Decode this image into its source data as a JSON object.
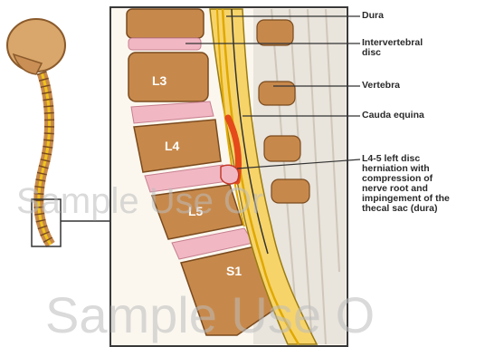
{
  "labels": {
    "dura": "Dura",
    "disc": "Intervertebral\ndisc",
    "vertebra": "Vertebra",
    "cauda": "Cauda equina",
    "herniation": "L4-5 left disc\nherniation with\ncompression  of\nnerve root and\nimpingement of the\nthecal sac (dura)"
  },
  "vertebrae": {
    "l3": "L3",
    "l4": "L4",
    "l5": "L5",
    "s1": "S1"
  },
  "watermarks": {
    "middle": "Sample Use Or",
    "bottom": "Sample Use O"
  },
  "colors": {
    "bone": "#c7894b",
    "disc": "#f1b8c4",
    "nerve": "#f0c419",
    "herniation": "#e44a1a",
    "frame": "#3a3a3a"
  }
}
